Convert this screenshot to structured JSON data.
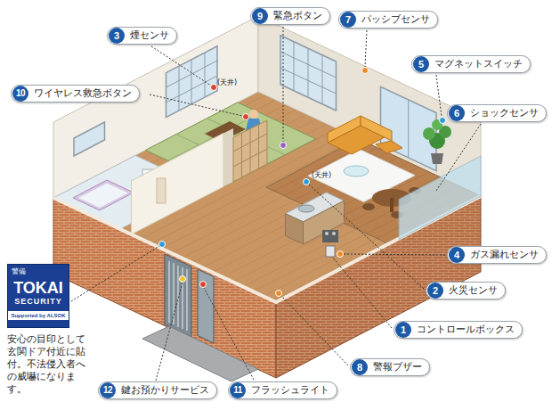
{
  "diagram": {
    "nodes": [
      {
        "text": [
          "緊急ボタン"
        ]
      },
      {
        "text": [
          "9"
        ],
        "in": 0
      },
      {
        "text": [
          "パッシブセンサ"
        ]
      },
      {
        "text": [
          "7"
        ],
        "in": 2
      },
      {
        "text": [
          "煙センサ"
        ]
      },
      {
        "text": [
          "3"
        ],
        "in": 4
      },
      {
        "text": [
          "マグネットスイッチ"
        ]
      },
      {
        "text": [
          "5"
        ],
        "in": 6
      },
      {
        "text": [
          "ワイヤレス救急ボタン"
        ]
      },
      {
        "text": [
          "10"
        ],
        "in": 8
      },
      {
        "text": [
          "ショックセンサ"
        ]
      },
      {
        "text": [
          "6"
        ],
        "in": 10
      },
      {
        "text": [
          "ガス漏れセンサ"
        ]
      },
      {
        "text": [
          "4"
        ],
        "in": 12
      },
      {
        "text": [
          "警備",
          "TOKAI",
          "SECURITY",
          "Supported by ALSOK"
        ]
      },
      {
        "text": [
          "火災センサ"
        ]
      },
      {
        "text": [
          "2"
        ],
        "in": 15
      },
      {
        "text": [
          "コントロールボックス"
        ]
      },
      {
        "text": [
          "1"
        ],
        "in": 17
      },
      {
        "text": [
          "警報ブザー"
        ]
      },
      {
        "text": [
          "8"
        ],
        "in": 19
      },
      {
        "text": [
          "鍵お預かりサービス"
        ]
      },
      {
        "text": [
          "12"
        ],
        "in": 21
      },
      {
        "text": [
          "フラッシュライト"
        ]
      },
      {
        "text": [
          "11"
        ],
        "in": 23
      }
    ],
    "labels": [
      "(天井)",
      "(天井)",
      "安心の目印として玄関ドア付近に貼付。不法侵入者への威嚇になります。"
    ]
  }
}
